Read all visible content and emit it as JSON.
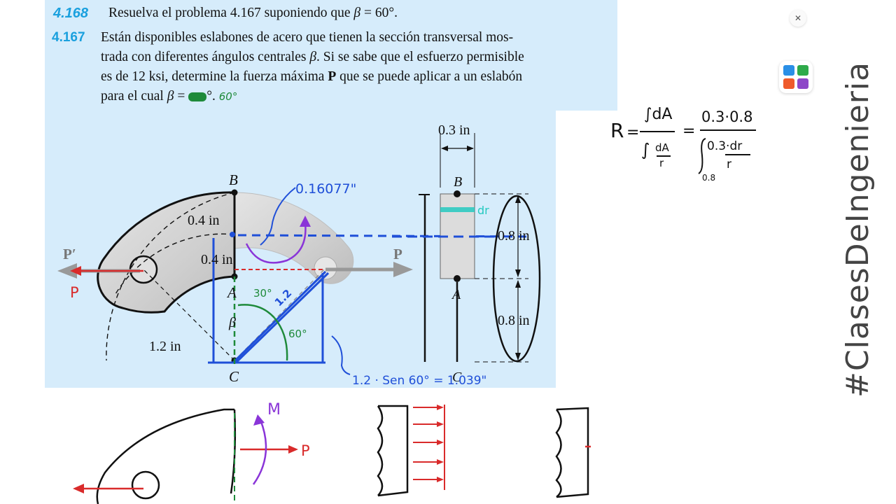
{
  "problem": {
    "p4168_number": "4.168",
    "p4168_text_a": "Resuelva el problema 4.167 suponiendo que ",
    "p4168_beta": "β",
    "p4168_text_b": " = 60°.",
    "p4167_number": "4.167",
    "line1": "Están disponibles eslabones de acero que tienen la sección transversal mos-",
    "line2_a": "trada con diferentes ángulos centrales ",
    "line2_beta": "β",
    "line2_b": ". Si se sabe que el esfuerzo permisible",
    "line3": "es de 12 ksi, determine la fuerza máxima ",
    "line3_P": "P",
    "line3_b": " que se puede aplicar a un eslabón",
    "line4_a": "para el cual ",
    "line4_beta": "β",
    "line4_b": " = ",
    "line4_c": "°. ",
    "line4_hand": "60°"
  },
  "figure": {
    "label_B": "B",
    "label_A": "A",
    "label_C": "C",
    "label_beta": "β",
    "label_0_4_top": "0.4 in",
    "label_0_4_mid": "0.4 in",
    "label_1_2": "1.2 in",
    "label_P": "P",
    "label_Pprime": "P′",
    "label_0_3": "0.3 in",
    "label_0_8_top": "0.8 in",
    "label_0_8_bot": "0.8 in",
    "label_sec_B": "B",
    "label_sec_A": "A",
    "label_sec_C": "C"
  },
  "annotations": {
    "dim_016077": "0.16077\"",
    "p_red": "P",
    "angle_30": "30°",
    "angle_60": "60°",
    "len_12": "1.2",
    "sen60": "1.2 · Sen 60° = 1.039\"",
    "dr": "dr",
    "M": "M",
    "P_lower": "P"
  },
  "formula": {
    "R": "R",
    "eq1": "=",
    "num1": "∫dA",
    "den1": "∫",
    "den1_frac_top": "dA",
    "den1_frac_bot": "r",
    "eq2": "=",
    "num2": "0.3·0.8",
    "den2_frac_top": "0.3·dr",
    "den2_frac_bot": "r",
    "lower_limit": "0.8"
  },
  "branding": {
    "vertical_text": "#ClasesDeIngenieria",
    "collapse_icon": "collapse-arrows-icon"
  },
  "colors": {
    "panel_bg": "#d6ecfb",
    "accent_blue": "#1aa0de",
    "ink_blue": "#1f4fd8",
    "ink_green": "#1e8a3a",
    "ink_red": "#d92b2b",
    "ink_purple": "#8a35d8",
    "ink_teal": "#25c9c0"
  }
}
